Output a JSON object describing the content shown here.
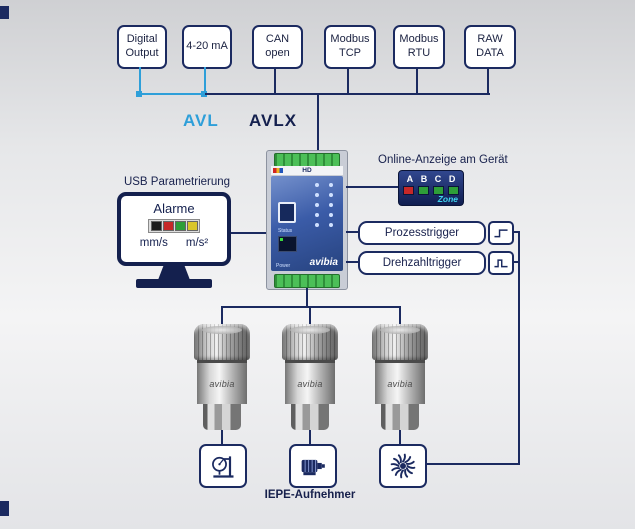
{
  "outputs": [
    {
      "label": "Digital\nOutput"
    },
    {
      "label": "4-20 mA"
    },
    {
      "label": "CAN\nopen"
    },
    {
      "label": "Modbus\nTCP"
    },
    {
      "label": "Modbus\nRTU"
    },
    {
      "label": "RAW\nDATA"
    }
  ],
  "bus": {
    "avl_label": "AVL",
    "avlx_label": "AVLX",
    "avl_color": "#2e9fd9",
    "line_color": "#1b2a60"
  },
  "device": {
    "top_label": "HD",
    "brand": "avibia",
    "status_label": "Status",
    "power_label": "Power"
  },
  "online_display": {
    "caption": "Online-Anzeige am Gerät",
    "letters": [
      "A",
      "B",
      "C",
      "D"
    ],
    "indicator_colors": [
      "#c62828",
      "#2e9e38",
      "#2e9e38",
      "#2e9e38"
    ],
    "zone_label": "Zone"
  },
  "usb_monitor": {
    "caption": "USB Parametrierung",
    "screen_title": "Alarme",
    "indicator_colors": [
      "#1d1d1d",
      "#c62828",
      "#2e9e38",
      "#d9c62a"
    ],
    "unit_left": "mm/s",
    "unit_right": "m/s²"
  },
  "triggers": [
    {
      "label": "Prozesstrigger",
      "icon": "step-signal-icon"
    },
    {
      "label": "Drehzahltrigger",
      "icon": "pulse-signal-icon"
    }
  ],
  "sensors": {
    "brand": "avibia",
    "caption": "IEPE-Aufnehmer"
  },
  "machines": [
    {
      "icon": "dial-gauge-icon"
    },
    {
      "icon": "motor-icon"
    },
    {
      "icon": "fan-icon"
    }
  ]
}
